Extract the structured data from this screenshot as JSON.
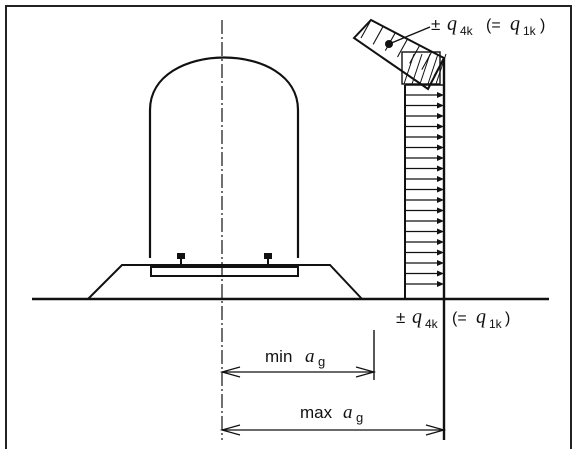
{
  "labels": {
    "top_load": {
      "pm": "±",
      "q": "q",
      "sub4k": "4k",
      "paren_open": "(=",
      "q2": "q",
      "sub1k": "1k",
      "paren_close": ")"
    },
    "bottom_load": {
      "pm": "±",
      "q": "q",
      "sub4k": "4k",
      "paren_open": "(=",
      "q2": "q",
      "sub1k": "1k",
      "paren_close": ")"
    },
    "min_ag": {
      "prefix": "min ",
      "a": "a",
      "sub": "g"
    },
    "max_ag": {
      "prefix": "max ",
      "a": "a",
      "sub": "g"
    }
  },
  "colors": {
    "line": "#111111",
    "frame": "#222222",
    "background": "#ffffff"
  },
  "icons": {
    "arrowheads": "open-triangle-arrowhead",
    "load_marker": "filled-dot"
  }
}
